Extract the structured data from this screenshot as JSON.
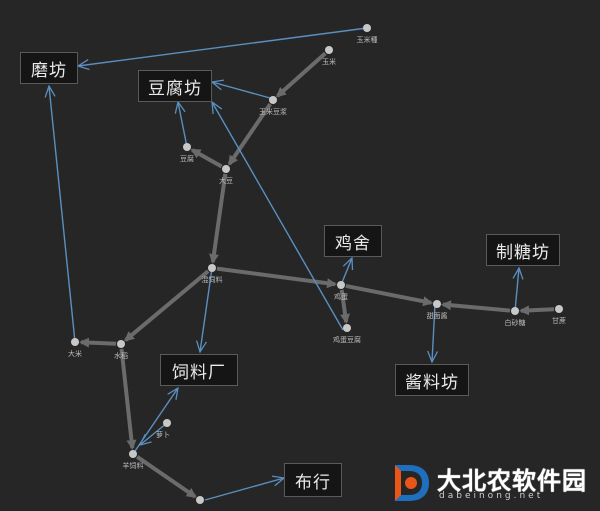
{
  "nodes": [
    {
      "id": "yumizhong",
      "label": "玉米種"
    },
    {
      "id": "yumi",
      "label": "玉米"
    },
    {
      "id": "yumidoujiang",
      "label": "玉米豆浆"
    },
    {
      "id": "doufu",
      "label": "豆腐"
    },
    {
      "id": "dadou",
      "label": "大豆"
    },
    {
      "id": "hunheliao",
      "label": "混饲料"
    },
    {
      "id": "jidan",
      "label": "鸡蛋"
    },
    {
      "id": "jidandoufu",
      "label": "鸡蛋豆腐"
    },
    {
      "id": "tianmianjiang",
      "label": "甜面酱"
    },
    {
      "id": "baishatang",
      "label": "白砂糖"
    },
    {
      "id": "ganzhe",
      "label": "甘蔗"
    },
    {
      "id": "dami",
      "label": "大米"
    },
    {
      "id": "shuidao",
      "label": "水稻"
    },
    {
      "id": "luobo",
      "label": "萝卜"
    },
    {
      "id": "yangsiliao",
      "label": "羊饲料"
    },
    {
      "id": "bottom",
      "label": ""
    }
  ],
  "boxes": [
    {
      "id": "mofang",
      "label": "磨坊"
    },
    {
      "id": "doufufang",
      "label": "豆腐坊"
    },
    {
      "id": "jishe",
      "label": "鸡舍"
    },
    {
      "id": "zhitangfang",
      "label": "制糖坊"
    },
    {
      "id": "jiangliaofang",
      "label": "酱料坊"
    },
    {
      "id": "siliaochang",
      "label": "饲料厂"
    },
    {
      "id": "buhang",
      "label": "布行"
    }
  ],
  "watermark": {
    "text": "大北农软件园",
    "url": "dabeinong.net"
  },
  "colors": {
    "background": "#262626",
    "edge_gray": "#6b6b6b",
    "edge_blue": "#5a8fc0",
    "node": "#c8c8c8",
    "box_bg": "#151515"
  }
}
